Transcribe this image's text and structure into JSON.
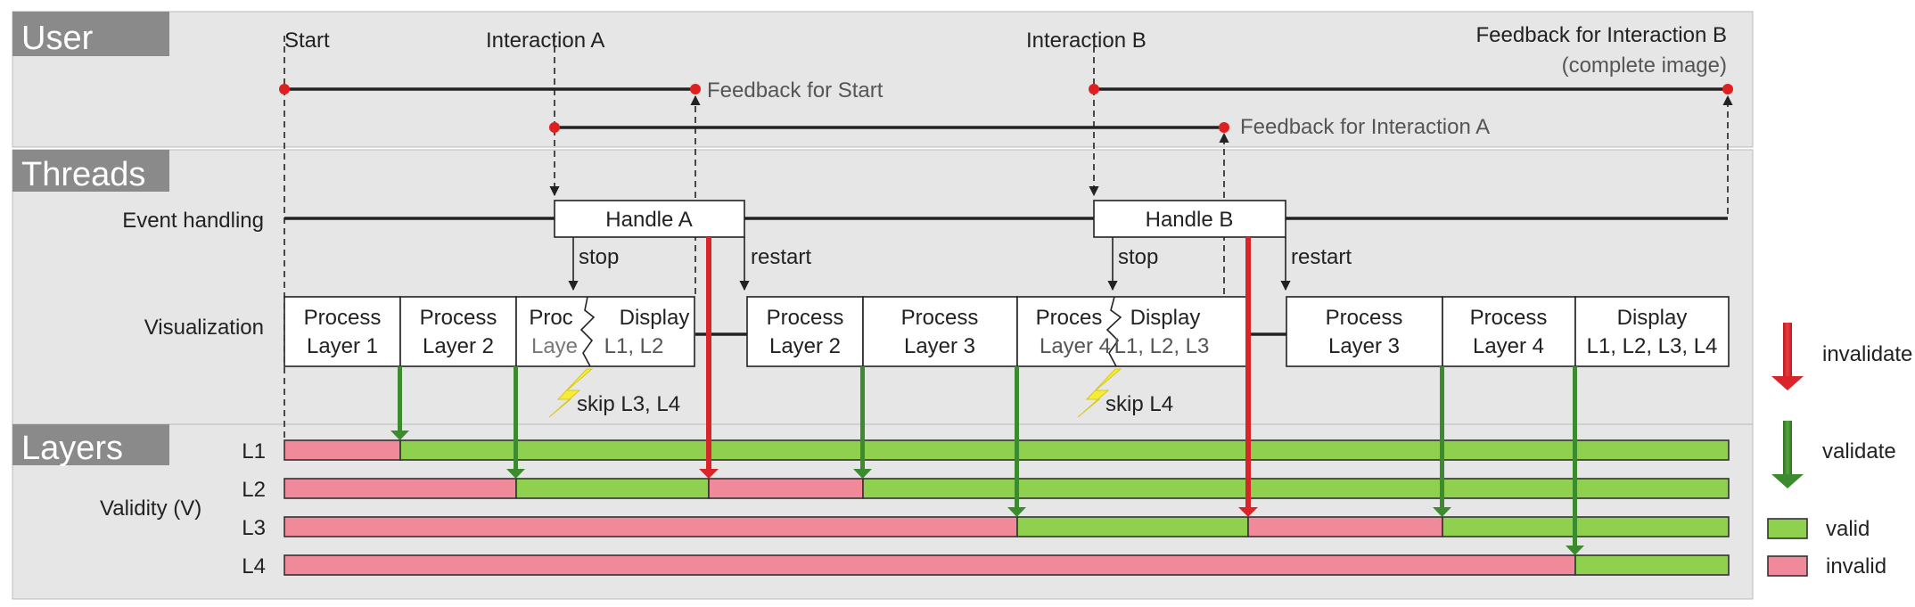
{
  "sections": {
    "user": "User",
    "threads": "Threads",
    "layers": "Layers"
  },
  "user": {
    "start": "Start",
    "interaction_a": "Interaction A",
    "interaction_b": "Interaction B",
    "feedback_start": "Feedback for Start",
    "feedback_a": "Feedback for Interaction A",
    "feedback_b_line1": "Feedback for Interaction B",
    "feedback_b_line2": "(complete image)"
  },
  "threads": {
    "event_handling": "Event handling",
    "visualization": "Visualization",
    "handle_a": "Handle A",
    "handle_b": "Handle B",
    "stop": "stop",
    "restart": "restart",
    "skip_a": "skip L3, L4",
    "skip_b": "skip L4",
    "blocks": {
      "b1": [
        "Process",
        "Layer 1"
      ],
      "b2": [
        "Process",
        "Layer 2"
      ],
      "b3": [
        "Proc",
        "Laye"
      ],
      "b4": [
        "Display",
        "L1, L2"
      ],
      "b5": [
        "Process",
        "Layer 2"
      ],
      "b6": [
        "Process",
        "Layer 3"
      ],
      "b7": [
        "Proces",
        "Layer 4"
      ],
      "b8": [
        "Display",
        "L1, L2, L3"
      ],
      "b9": [
        "Process",
        "Layer 3"
      ],
      "b10": [
        "Process",
        "Layer 4"
      ],
      "b11": [
        "Display",
        "L1, L2, L3, L4"
      ]
    }
  },
  "layers": {
    "validity": "Validity (V)",
    "names": [
      "L1",
      "L2",
      "L3",
      "L4"
    ]
  },
  "legend": {
    "invalidate": "invalidate",
    "validate": "validate",
    "valid": "valid",
    "invalid": "invalid"
  },
  "colors": {
    "valid": "#8fd14f",
    "invalid": "#f08a9a",
    "invalidate_arrow": "#d9252a",
    "validate_arrow": "#3d8b2f",
    "panel": "#e6e6e6",
    "section_tab": "#888888",
    "event_dot": "#e02020"
  }
}
